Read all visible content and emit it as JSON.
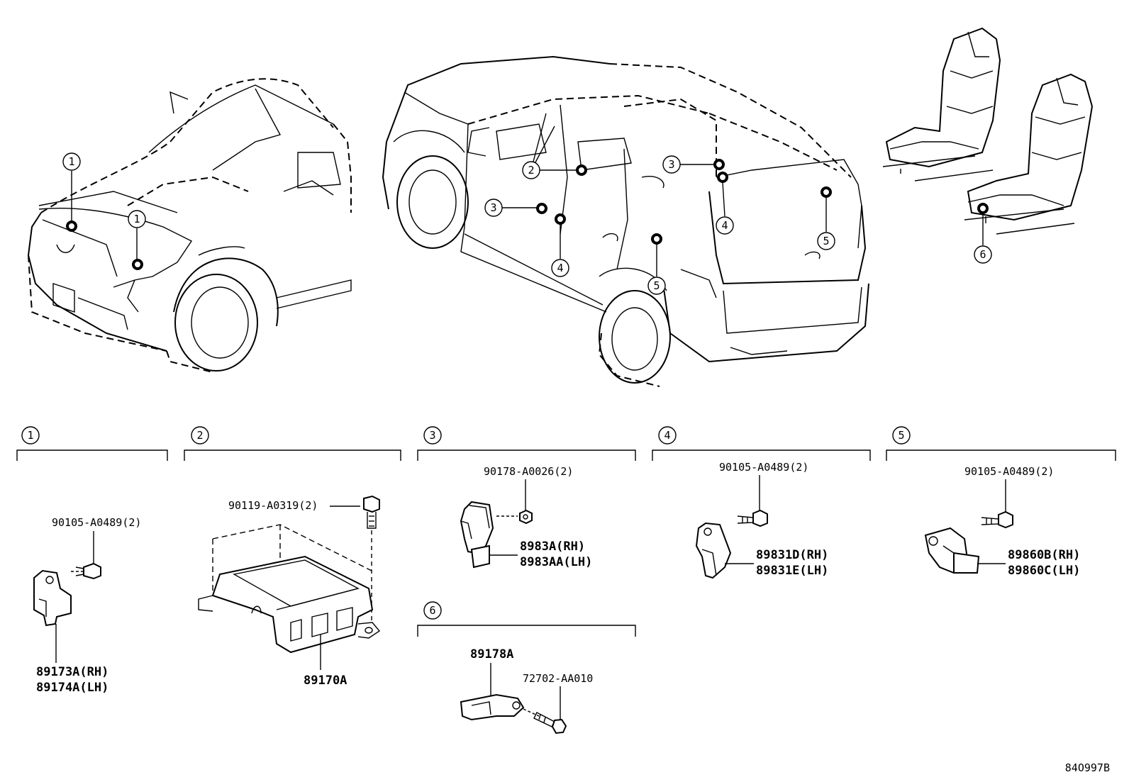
{
  "diagram_code": "84O997B",
  "callouts": [
    "1",
    "2",
    "3",
    "4",
    "5",
    "6"
  ],
  "groups": [
    {
      "id": "1",
      "labels": [
        "90105-A0489(2)",
        "89173A(RH)",
        "89174A(LH)"
      ]
    },
    {
      "id": "2",
      "labels": [
        "90119-A0319(2)",
        "89170A"
      ]
    },
    {
      "id": "3",
      "labels": [
        "90178-A0026(2)",
        "8983A(RH)",
        "8983AA(LH)"
      ]
    },
    {
      "id": "4",
      "labels": [
        "90105-A0489(2)",
        "89831D(RH)",
        "89831E(LH)"
      ]
    },
    {
      "id": "5",
      "labels": [
        "90105-A0489(2)",
        "89860B(RH)",
        "89860C(LH)"
      ]
    },
    {
      "id": "6",
      "labels": [
        "89178A",
        "72702-AA010"
      ]
    }
  ]
}
